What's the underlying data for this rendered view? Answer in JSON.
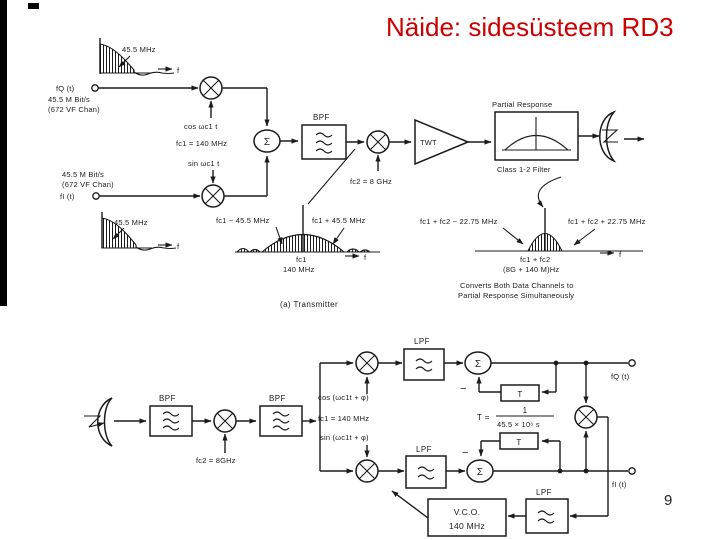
{
  "slide": {
    "title": "Näide: sidesüsteem RD3",
    "page": "9",
    "accent_color": "#cc0000",
    "ink_color": "#1b1b1b"
  },
  "tx": {
    "in_q": {
      "sig": "fQ (t)",
      "rate": "45.5 M Bit/s",
      "chan": "(672 VF Chan)"
    },
    "in_i": {
      "rate": "45.5 M Bit/s",
      "chan": "(672 VF Chan)",
      "sig": "fI (t)"
    },
    "cos_lo": "cos ωc1 t",
    "sin_lo": "sin ωc1 t",
    "fc1": "fc1 = 140 MHz",
    "fc2": "fc2 = 8 GHz",
    "sigma": "Σ",
    "bpf": "BPF",
    "twt": "TWT",
    "pr_title": "Partial Response",
    "pr_sub": "Class 1-2 Filter",
    "spec_bb1": "45.5 MHz",
    "spec_bb2": "45.5 MHz",
    "f1": "f",
    "f2": "f",
    "f3": "f",
    "f4": "f",
    "if_left": "fc1 − 45.5 MHz",
    "if_right": "fc1 + 45.5 MHz",
    "if_c1": "fc1",
    "if_c2": "140 MHz",
    "rf_left": "fc1 + fc2 − 22.75 MHz",
    "rf_right": "fc1 + fc2 + 22.75 MHz",
    "rf_c1": "fc1 + fc2",
    "rf_c2": "(8G + 140 M)Hz",
    "note1": "Converts Both Data Channels to",
    "note2": "Partial Response Simultaneously",
    "caption": "(a) Transmitter"
  },
  "rx": {
    "bpf1": "BPF",
    "bpf2": "BPF",
    "fc2": "fc2 = 8GHz",
    "lpf1": "LPF",
    "lpf2": "LPF",
    "lpf3": "LPF",
    "sigma1": "Σ",
    "sigma2": "Σ",
    "t1": "T",
    "t2": "T",
    "minus1": "−",
    "minus2": "−",
    "cos_lo": "cos (ωc1t + φ)",
    "fc1": "fc1 = 140 MHz",
    "sin_lo": "sin (ωc1t + φ)",
    "t_eq": "T =",
    "t_num": "1",
    "t_den": "45.5 × 10⁶ s",
    "out_q": "fQ (t)",
    "out_i": "fI (t)",
    "vco1": "V.C.O.",
    "vco2": "140 MHz"
  }
}
